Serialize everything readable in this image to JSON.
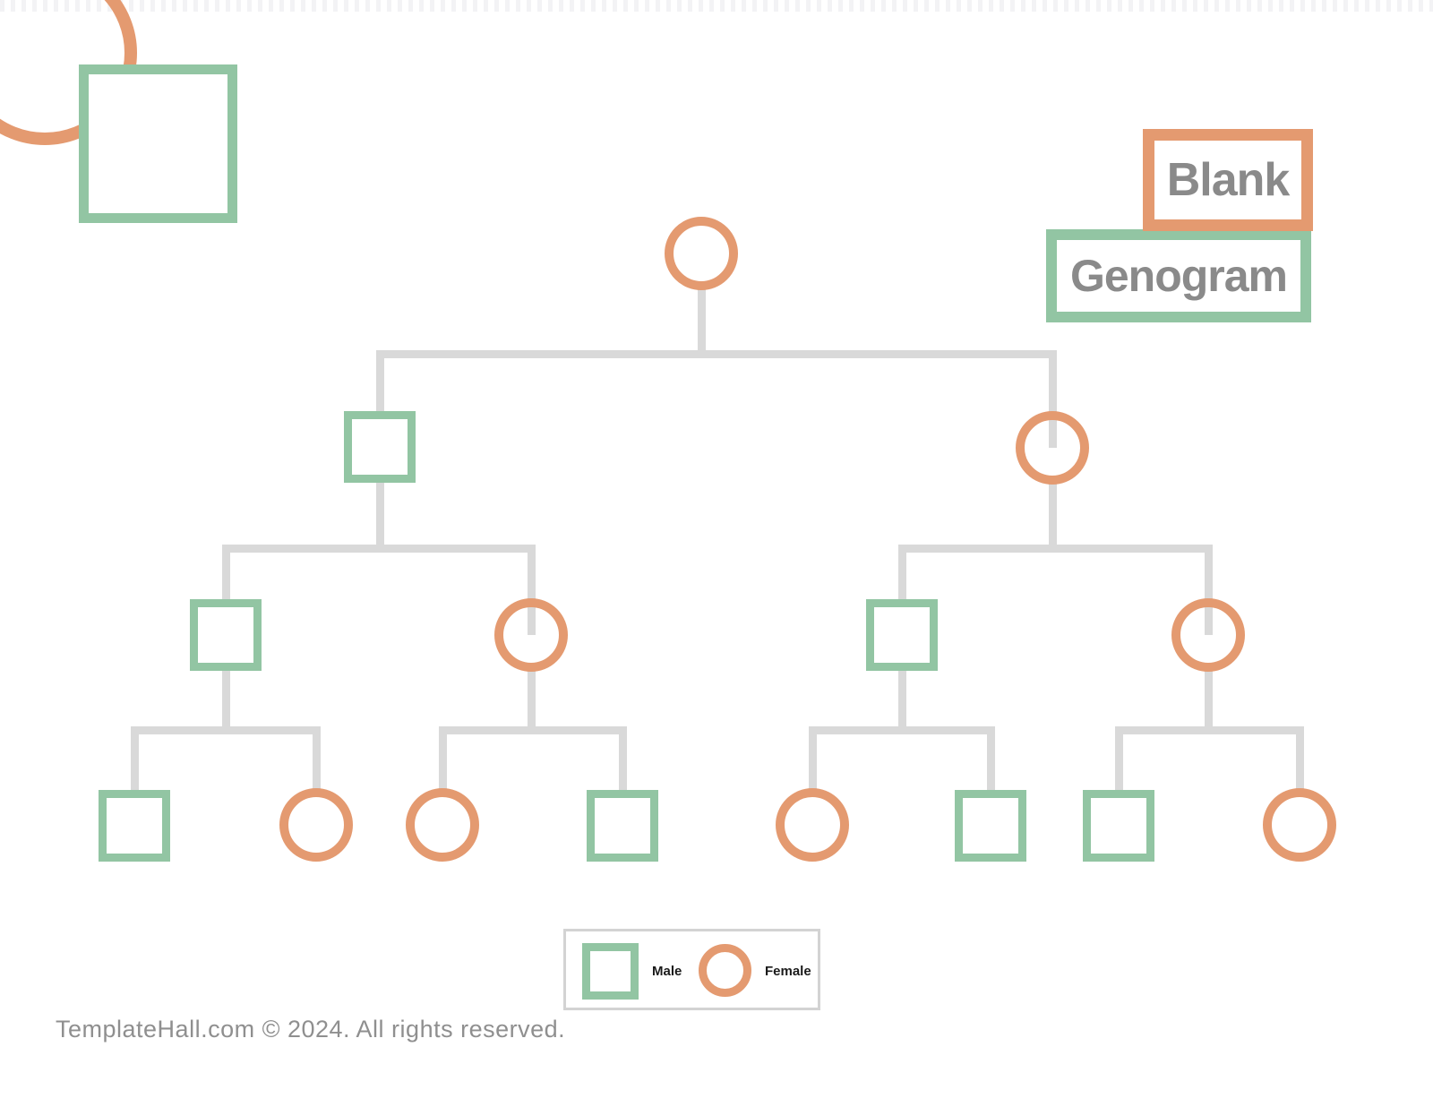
{
  "title": {
    "line1": "Blank",
    "line2": "Genogram"
  },
  "legend": {
    "male_label": "Male",
    "female_label": "Female"
  },
  "footer": {
    "copyright": "TemplateHall.com © 2024. All rights reserved."
  },
  "colors": {
    "male_outline": "#92C5A3",
    "female_outline": "#E49A70",
    "connector": "#D9D9D9",
    "title_text": "#8A8A8A",
    "legend_border": "#D3D3D3",
    "legend_text": "#1A1A1A",
    "footer_text": "#8F8F8F",
    "background": "#FFFFFF"
  },
  "tree": {
    "type": "genogram-template",
    "all_nodes_blank": true,
    "generations": [
      {
        "level": 1,
        "nodes": [
          {
            "sex": "female"
          }
        ]
      },
      {
        "level": 2,
        "nodes": [
          {
            "sex": "male"
          },
          {
            "sex": "female"
          }
        ]
      },
      {
        "level": 3,
        "nodes": [
          {
            "sex": "male"
          },
          {
            "sex": "female"
          },
          {
            "sex": "male"
          },
          {
            "sex": "female"
          }
        ]
      },
      {
        "level": 4,
        "nodes": [
          {
            "sex": "male"
          },
          {
            "sex": "female"
          },
          {
            "sex": "female"
          },
          {
            "sex": "male"
          },
          {
            "sex": "female"
          },
          {
            "sex": "male"
          },
          {
            "sex": "male"
          },
          {
            "sex": "female"
          }
        ]
      }
    ]
  }
}
